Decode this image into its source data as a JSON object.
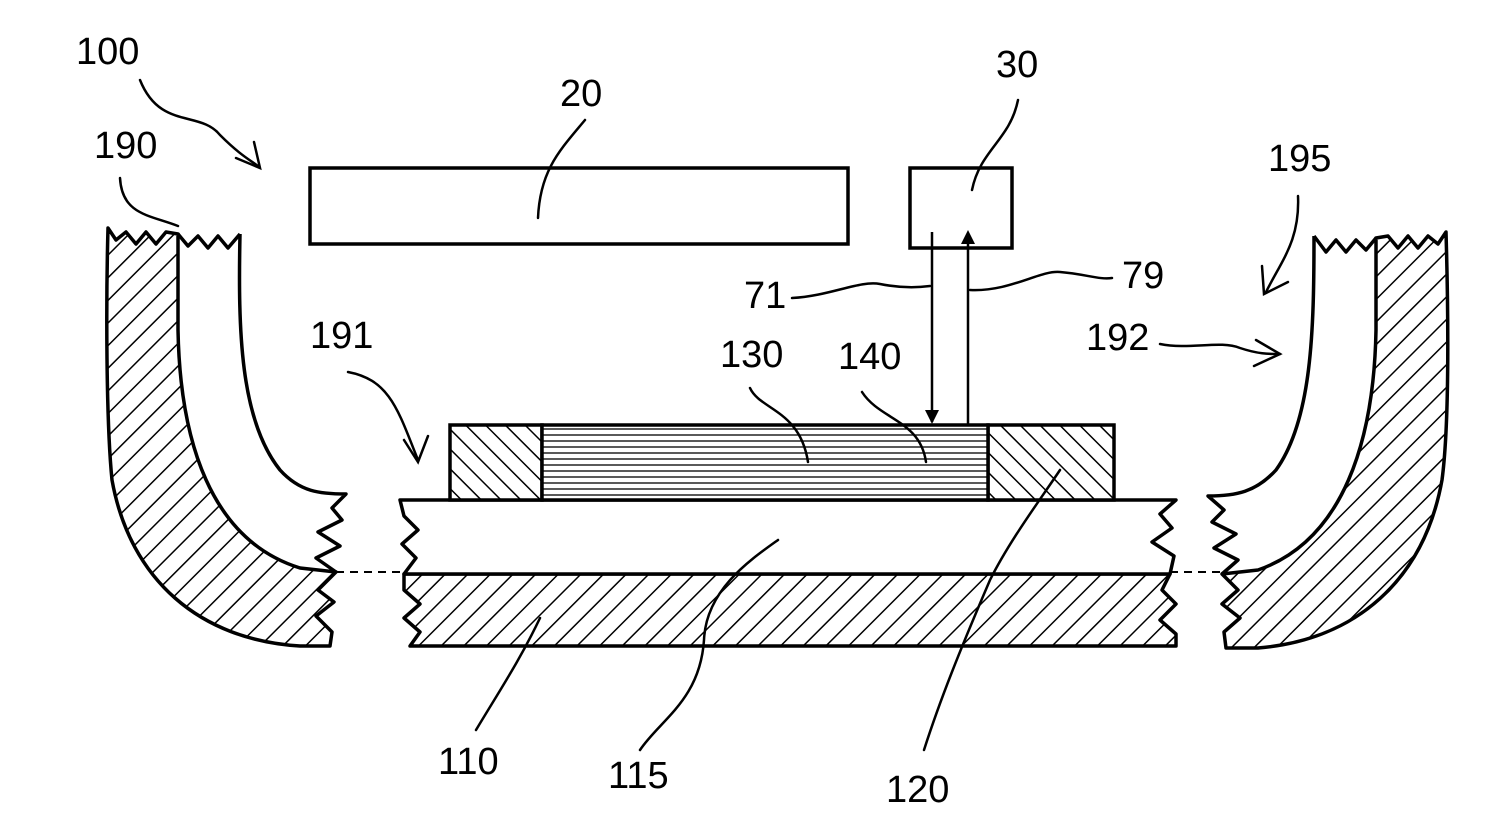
{
  "labels": {
    "l100": "100",
    "l20": "20",
    "l30": "30",
    "l190": "190",
    "l195": "195",
    "l79": "79",
    "l71": "71",
    "l191": "191",
    "l130": "130",
    "l140": "140",
    "l192": "192",
    "l110": "110",
    "l115": "115",
    "l120": "120"
  }
}
